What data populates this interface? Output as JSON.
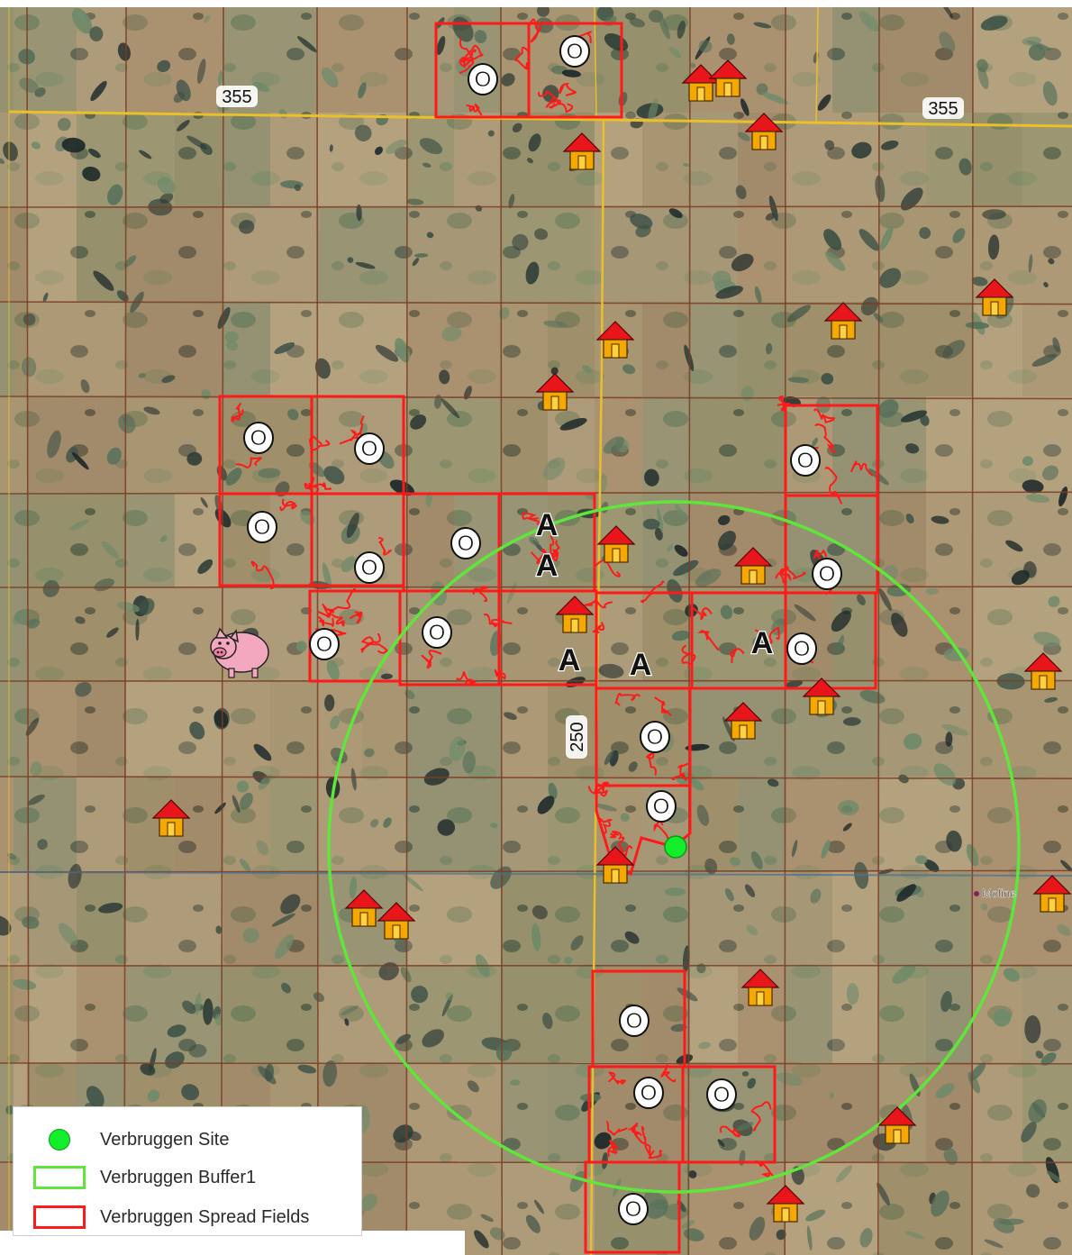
{
  "map": {
    "road_labels": [
      {
        "id": "hwy355-west",
        "text": "355"
      },
      {
        "id": "hwy355-east",
        "text": "355"
      },
      {
        "id": "road250",
        "text": "250"
      }
    ],
    "place_label": "Moline",
    "field_types": {
      "O": "O",
      "A": "A"
    },
    "colors": {
      "spread_field_outline": "#ff1a1a",
      "buffer_outline": "#5ee63a",
      "site_marker": "#13ee2a",
      "residence_roof": "#e8161a",
      "residence_body": "#f5a800",
      "road_yellow": "#e9c02a",
      "road_brown": "#8a4a2a"
    },
    "icons": {
      "residence": "house-icon",
      "barn": "pig-icon",
      "site": "site-dot-icon"
    }
  },
  "legend": {
    "items": [
      {
        "key": "site",
        "label": "Verbruggen Site"
      },
      {
        "key": "buffer",
        "label": "Verbruggen Buffer1"
      },
      {
        "key": "spread",
        "label": "Verbruggen Spread Fields"
      }
    ]
  }
}
